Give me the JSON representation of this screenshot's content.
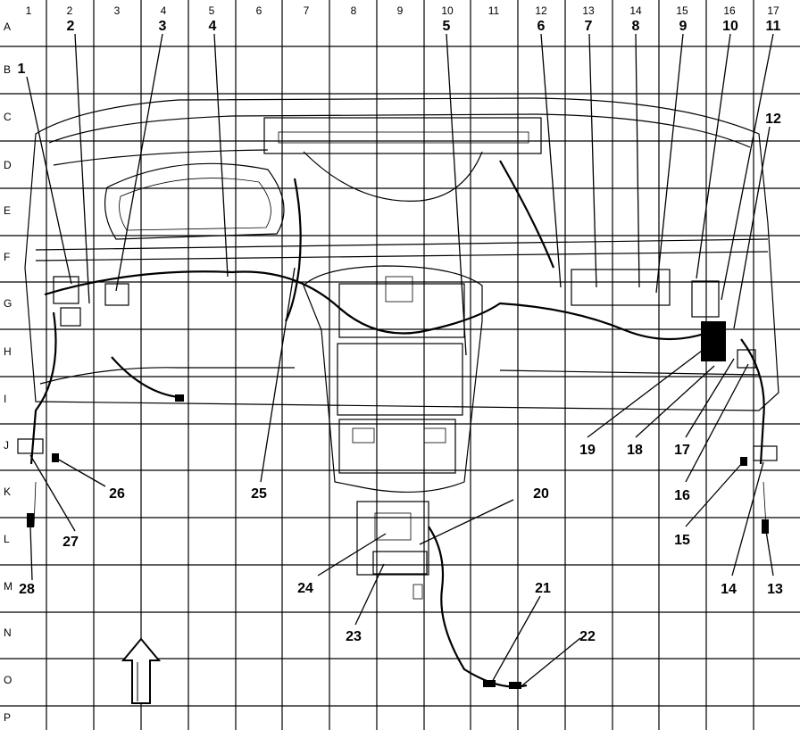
{
  "columns": [
    "1",
    "2",
    "3",
    "4",
    "5",
    "6",
    "7",
    "8",
    "9",
    "10",
    "11",
    "12",
    "13",
    "14",
    "15",
    "16",
    "17"
  ],
  "rows": [
    "A",
    "B",
    "C",
    "D",
    "E",
    "F",
    "G",
    "H",
    "I",
    "J",
    "K",
    "L",
    "M",
    "N",
    "O",
    "P"
  ],
  "callouts": [
    "1",
    "2",
    "3",
    "4",
    "5",
    "6",
    "7",
    "8",
    "9",
    "10",
    "11",
    "12",
    "13",
    "14",
    "15",
    "16",
    "17",
    "18",
    "19",
    "20",
    "21",
    "22",
    "23",
    "24",
    "25",
    "26",
    "27",
    "28"
  ],
  "icons": {
    "orientation_arrow": "up-arrow-icon"
  }
}
